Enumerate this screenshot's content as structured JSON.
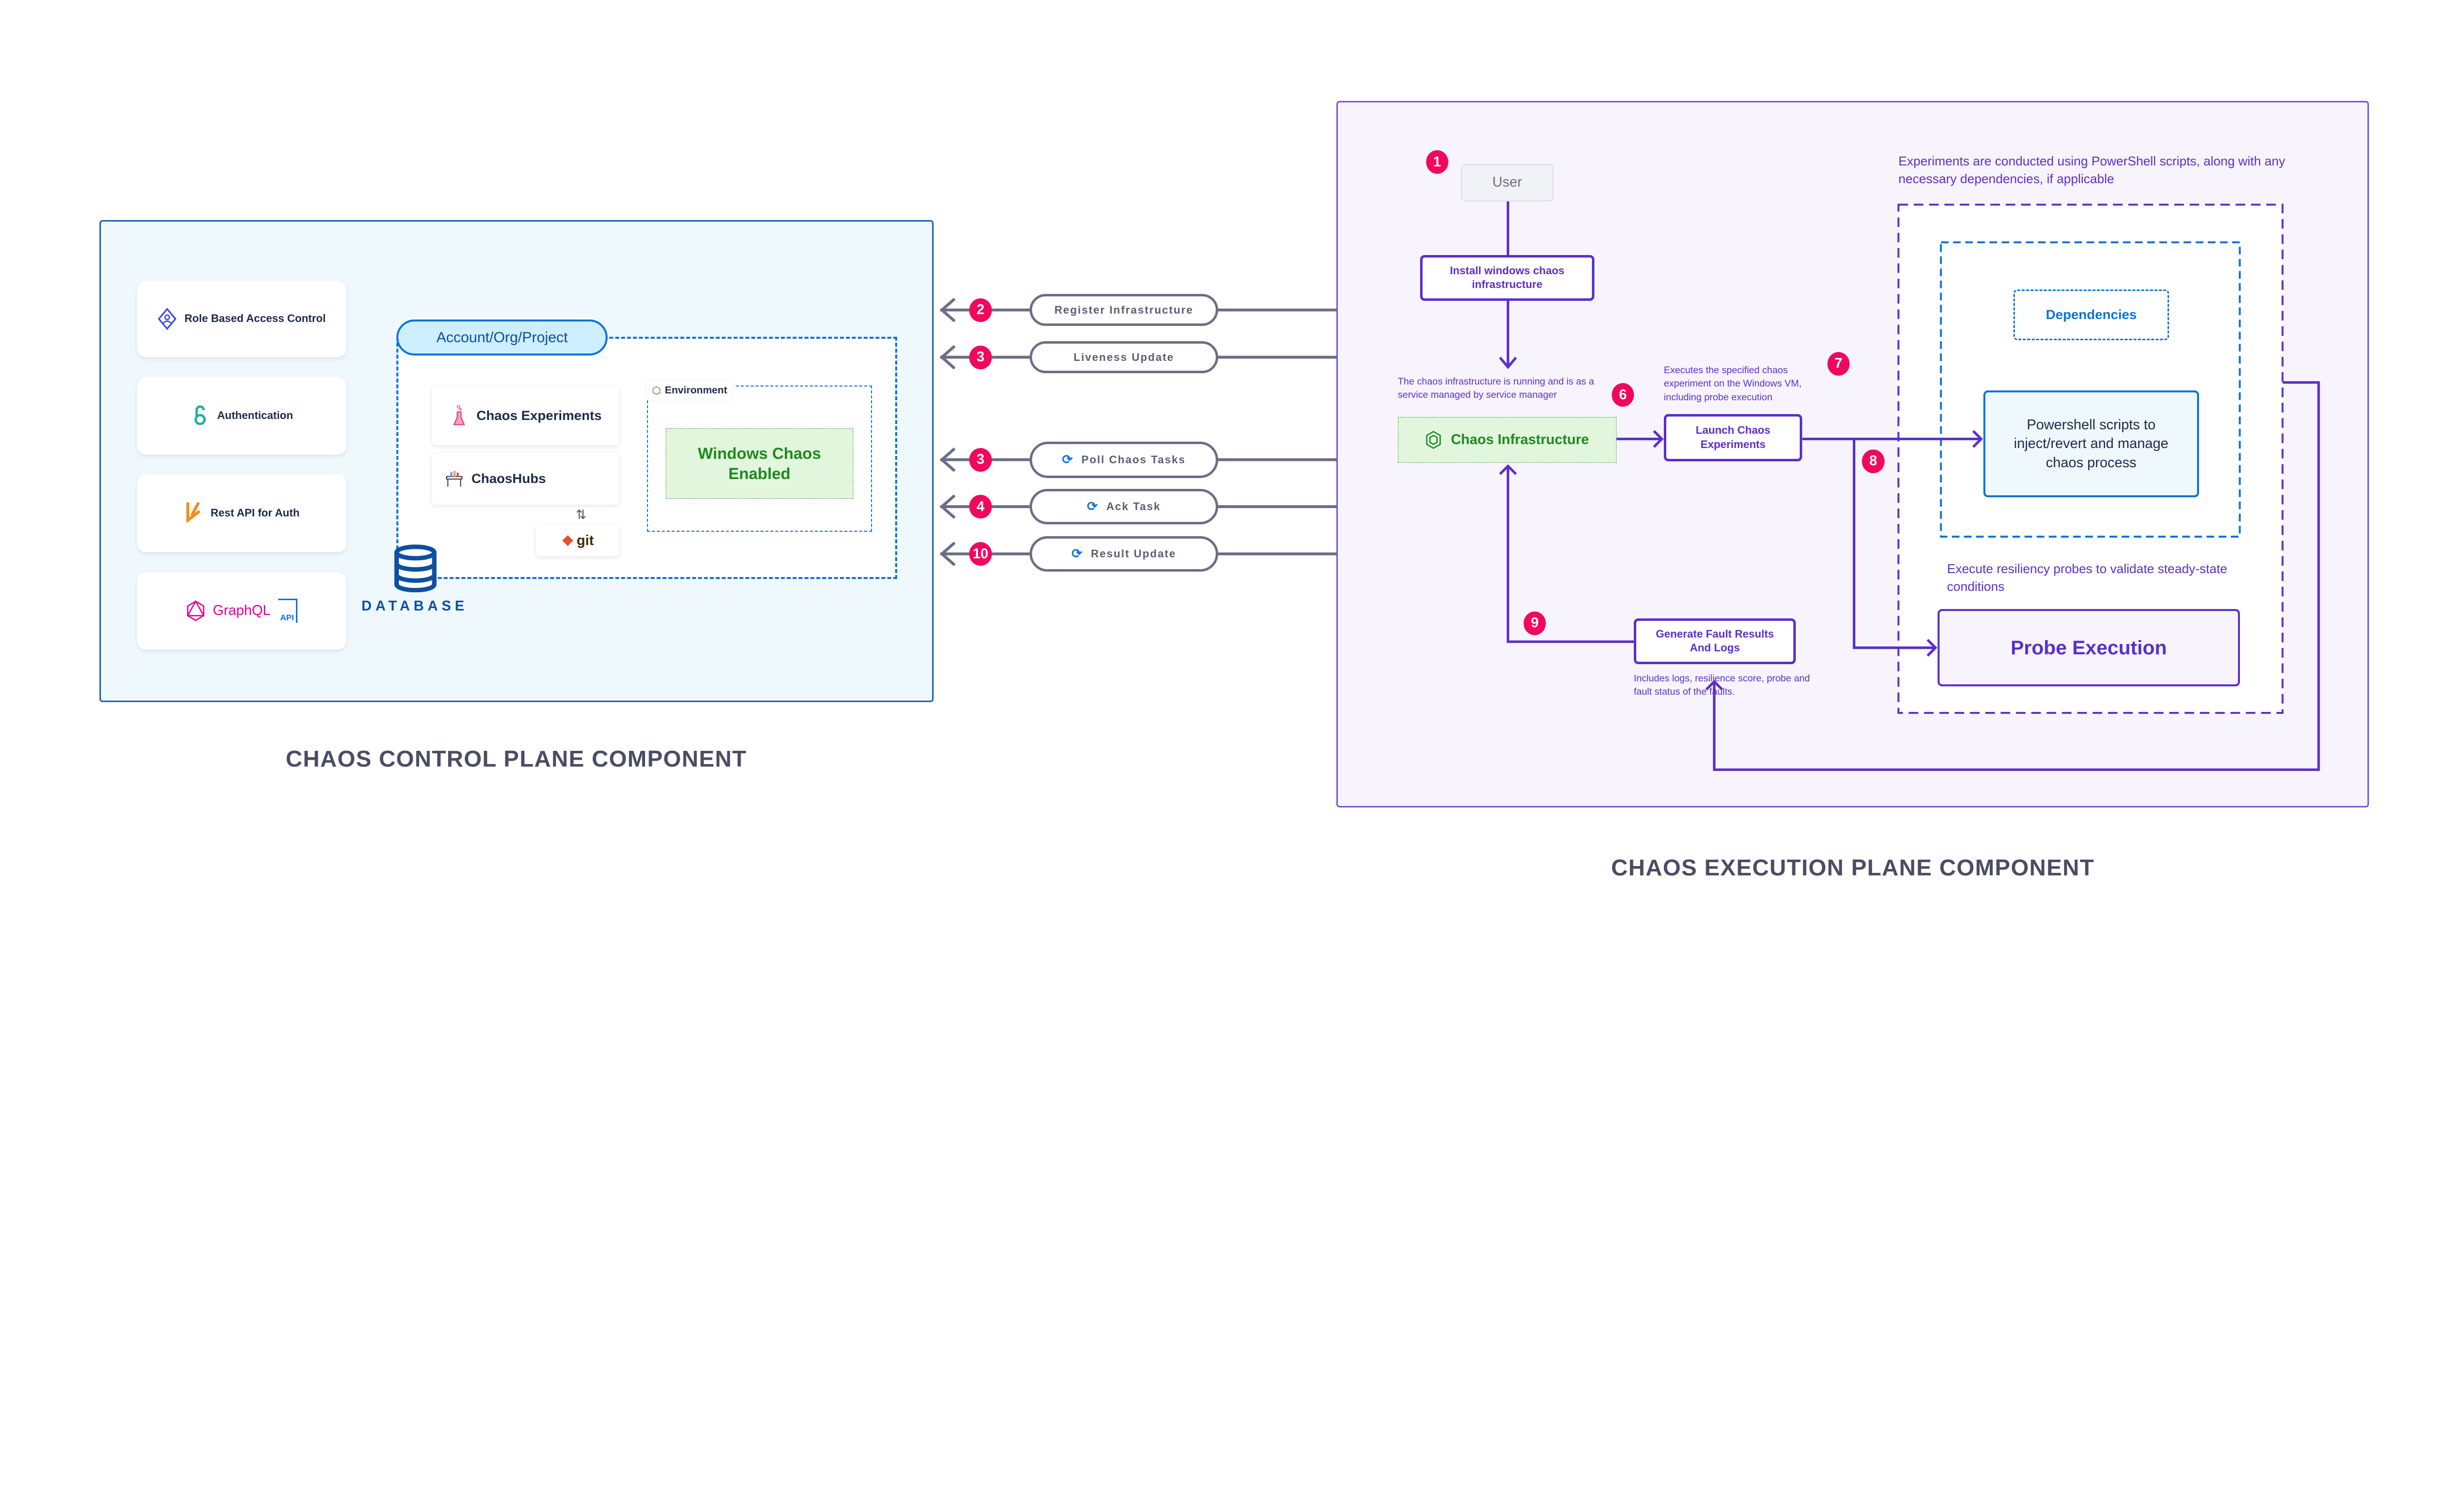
{
  "control_plane": {
    "title": "CHAOS CONTROL PLANE COMPONENT",
    "cards": [
      {
        "label": "Role Based Access Control",
        "icon": "rbac-icon"
      },
      {
        "label": "Authentication",
        "icon": "openid-icon"
      },
      {
        "label": "Rest API for Auth",
        "icon": "rest-api-icon"
      },
      {
        "label": "GraphQL",
        "icon": "graphql-icon",
        "extra": "API"
      }
    ],
    "scope_label": "Account/Org/Project",
    "chaos_experiments": "Chaos Experiments",
    "chaoshubs": "ChaosHubs",
    "git": "git",
    "environment_label": "Environment",
    "windows_chaos": "Windows Chaos Enabled",
    "database": "DATABASE"
  },
  "messages": [
    {
      "step": "2",
      "label": "Register Infrastructure",
      "icon": null
    },
    {
      "step": "3",
      "label": "Liveness Update",
      "icon": null
    },
    {
      "step": "3",
      "label": "Poll Chaos Tasks",
      "icon": "sync-icon"
    },
    {
      "step": "4",
      "label": "Ack Task",
      "icon": "sync-icon"
    },
    {
      "step": "10",
      "label": "Result Update",
      "icon": "sync-icon"
    }
  ],
  "execution_plane": {
    "title": "CHAOS EXECUTION PLANE COMPONENT",
    "user": "User",
    "install": "Install windows chaos infrastructure",
    "infra_note": "The chaos infrastructure is running and is as a service managed by service manager",
    "chaos_infrastructure": "Chaos Infrastructure",
    "launch": "Launch Chaos Experiments",
    "launch_note": "Executes the specified chaos experiment on the Windows VM, including probe execution",
    "powershell_note": "Experiments are conducted using PowerShell scripts, along with any necessary dependencies, if applicable",
    "dependencies": "Dependencies",
    "powershell": "Powershell scripts to inject/revert and manage chaos process",
    "probe_note": "Execute resiliency probes to validate steady-state conditions",
    "probe": "Probe Execution",
    "generate": "Generate Fault Results And Logs",
    "generate_note": "Includes logs, resilience score, probe and fault status of the faults.",
    "steps": {
      "user": "1",
      "infra": "6",
      "launch": "7",
      "probe": "8",
      "results": "9"
    }
  },
  "colors": {
    "badge": "#f2075e",
    "execution_purple": "#5b2fc9",
    "control_blue": "#1d5fa8",
    "green": "#1f8a1f"
  }
}
